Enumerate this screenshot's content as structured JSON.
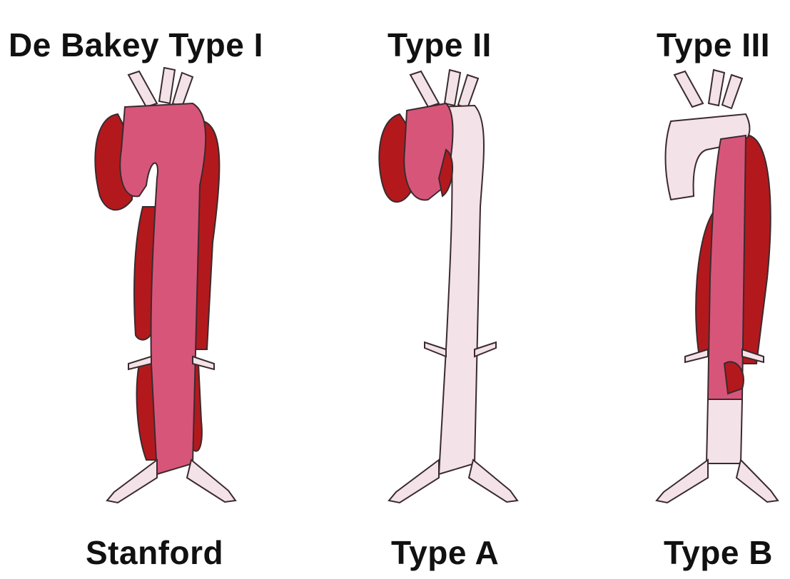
{
  "labels": {
    "debakey_type1": "De Bakey Type I",
    "type2": "Type II",
    "type3": "Type III",
    "stanford": "Stanford",
    "typeA": "Type A",
    "typeB": "Type B"
  },
  "colors": {
    "false_lumen": "#b3191c",
    "dissected_lumen": "#d8557a",
    "normal_aorta": "#f3e3e8",
    "outline": "#3a2a2e"
  }
}
